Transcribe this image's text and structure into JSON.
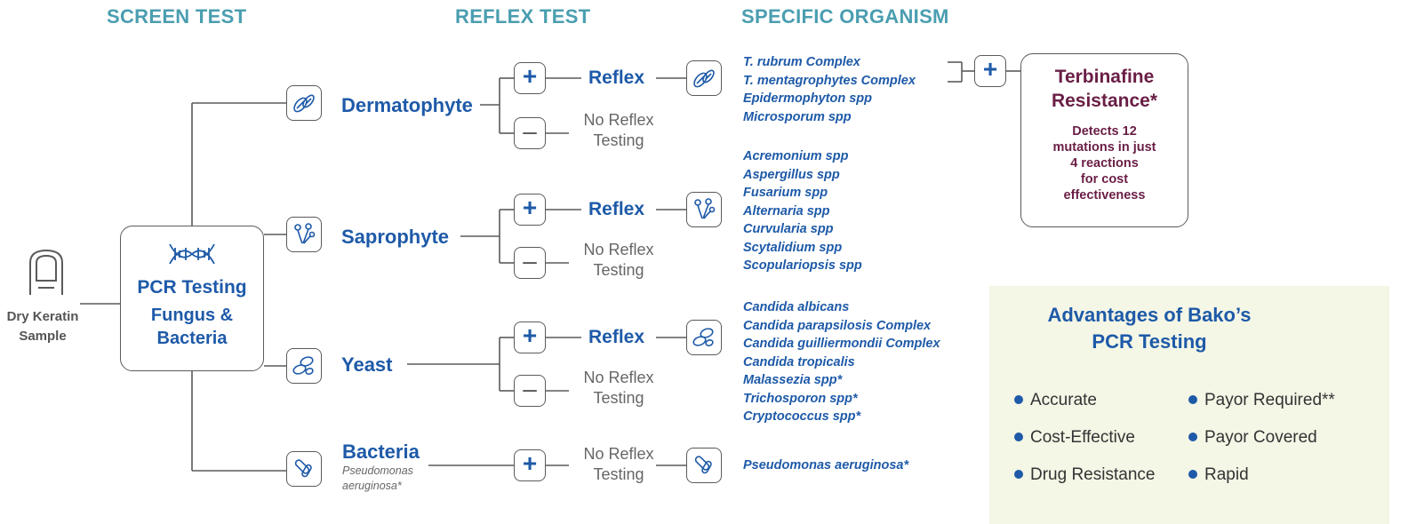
{
  "headers": {
    "screen_test": "SCREEN TEST",
    "reflex_test": "REFLEX TEST",
    "specific_organism": "SPECIFIC ORGANISM"
  },
  "sample": {
    "label_line1": "Dry Keratin",
    "label_line2": "Sample",
    "icon": "fingernail-icon"
  },
  "pcr_box": {
    "icon": "dna-icon",
    "title": "PCR Testing",
    "subtitle_line1": "Fungus &",
    "subtitle_line2": "Bacteria"
  },
  "categories": {
    "dermatophyte": {
      "label": "Dermatophyte",
      "icon": "dermatophyte-icon"
    },
    "saprophyte": {
      "label": "Saprophyte",
      "icon": "saprophyte-icon"
    },
    "yeast": {
      "label": "Yeast",
      "icon": "yeast-icon"
    },
    "bacteria": {
      "label": "Bacteria",
      "sub_line1": "Pseudomonas",
      "sub_line2": "aeruginosa*",
      "icon": "bacteria-icon"
    }
  },
  "reflex": {
    "plus": "+",
    "minus": "–",
    "reflex_label": "Reflex",
    "no_reflex_line1": "No Reflex",
    "no_reflex_line2": "Testing"
  },
  "organisms": {
    "dermatophyte": [
      "T. rubrum Complex",
      "T. mentagrophytes Complex",
      "Epidermophyton spp",
      "Microsporum spp"
    ],
    "saprophyte": [
      "Acremonium spp",
      "Aspergillus spp",
      "Fusarium spp",
      "Alternaria spp",
      "Curvularia spp",
      "Scytalidium spp",
      "Scopulariopsis spp"
    ],
    "yeast": [
      "Candida albicans",
      "Candida parapsilosis Complex",
      "Candida guilliermondii Complex",
      "Candida tropicalis",
      "Malassezia spp*",
      "Trichosporon spp*",
      "Cryptococcus spp*"
    ],
    "bacteria": [
      "Pseudomonas aeruginosa*"
    ]
  },
  "terbinafine": {
    "plus": "+",
    "title_line1": "Terbinafine",
    "title_line2": "Resistance*",
    "desc": [
      "Detects 12",
      "mutations in just",
      "4 reactions",
      "for cost",
      "effectiveness"
    ]
  },
  "advantages": {
    "title_line1": "Advantages of Bako’s",
    "title_line2": "PCR Testing",
    "left": [
      "Accurate",
      "Cost-Effective",
      "Drug Resistance"
    ],
    "right": [
      "Payor Required**",
      "Payor Covered",
      "Rapid"
    ]
  },
  "colors": {
    "teal_header": "#4a9eb0",
    "blue": "#1e5aa8",
    "maroon": "#6a1e45",
    "panel_bg": "#f4f6e6",
    "line": "#5a5a5a"
  }
}
